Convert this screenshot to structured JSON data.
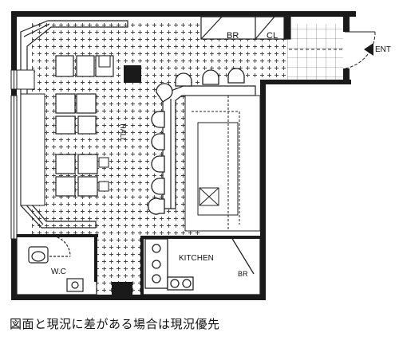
{
  "labels": {
    "hall": "HALL",
    "br_top": "BR",
    "cl": "CL",
    "ent": "ENT",
    "kitchen": "KITCHEN",
    "br_kitchen": "BR",
    "wc": "W.C"
  },
  "caption": "図面と現況に差がある場合は現況優先"
}
